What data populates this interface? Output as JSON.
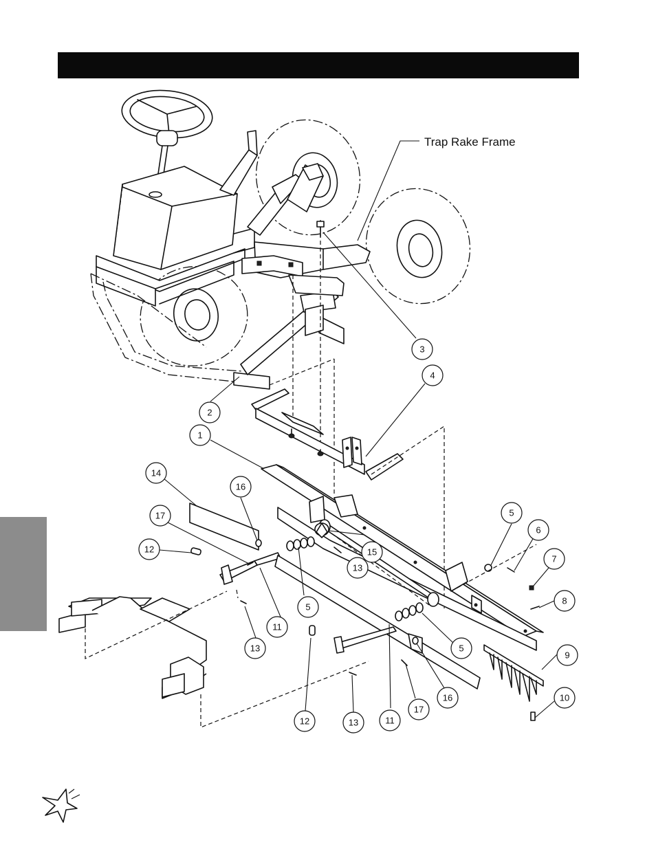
{
  "diagram": {
    "label": "Trap Rake Frame",
    "callouts": [
      {
        "id": "c-3",
        "text": "3"
      },
      {
        "id": "c-4",
        "text": "4"
      },
      {
        "id": "c-2",
        "text": "2"
      },
      {
        "id": "c-1",
        "text": "1"
      },
      {
        "id": "c-14",
        "text": "14"
      },
      {
        "id": "c-16a",
        "text": "16"
      },
      {
        "id": "c-17a",
        "text": "17"
      },
      {
        "id": "c-12a",
        "text": "12"
      },
      {
        "id": "c-5a",
        "text": "5"
      },
      {
        "id": "c-6",
        "text": "6"
      },
      {
        "id": "c-7",
        "text": "7"
      },
      {
        "id": "c-15",
        "text": "15"
      },
      {
        "id": "c-13a",
        "text": "13"
      },
      {
        "id": "c-8",
        "text": "8"
      },
      {
        "id": "c-5b",
        "text": "5"
      },
      {
        "id": "c-11a",
        "text": "11"
      },
      {
        "id": "c-13b",
        "text": "13"
      },
      {
        "id": "c-5c",
        "text": "5"
      },
      {
        "id": "c-9",
        "text": "9"
      },
      {
        "id": "c-16b",
        "text": "16"
      },
      {
        "id": "c-17b",
        "text": "17"
      },
      {
        "id": "c-10",
        "text": "10"
      },
      {
        "id": "c-12b",
        "text": "12"
      },
      {
        "id": "c-13c",
        "text": "13"
      },
      {
        "id": "c-11b",
        "text": "11"
      }
    ]
  },
  "icons": {
    "logo": "star-logo-icon"
  },
  "colors": {
    "header": "#0a0a0a",
    "side_tab": "#8c8c8c",
    "ink": "#111111"
  }
}
